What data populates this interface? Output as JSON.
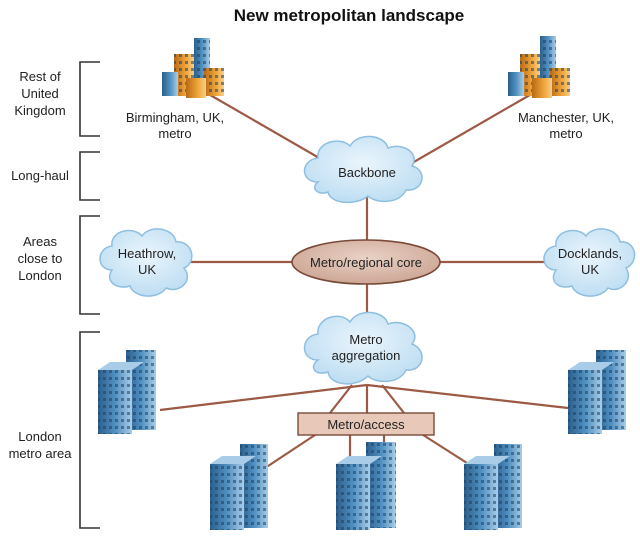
{
  "title": "New metropolitan landscape",
  "tiers": [
    {
      "lines": [
        "Rest of",
        "United",
        "Kingdom"
      ]
    },
    {
      "lines": [
        "Long-haul"
      ]
    },
    {
      "lines": [
        "Areas",
        "close to",
        "London"
      ]
    },
    {
      "lines": [
        "London",
        "metro area"
      ]
    }
  ],
  "nodes": {
    "birmingham": [
      "Birmingham, UK,",
      "metro"
    ],
    "manchester": [
      "Manchester, UK,",
      "metro"
    ],
    "backbone": [
      "Backbone"
    ],
    "heathrow": [
      "Heathrow,",
      "UK"
    ],
    "docklands": [
      "Docklands,",
      "UK"
    ],
    "metro_core": [
      "Metro/regional core"
    ],
    "metro_aggregation": [
      "Metro",
      "aggregation"
    ],
    "metro_access": [
      "Metro/access"
    ]
  },
  "colors": {
    "cloud_fill": "#cfe7f7",
    "cloud_stroke": "#8fbfdf",
    "core_fill": "#d8b7a8",
    "core_stroke": "#7a4a38",
    "access_fill": "#e8c9b9",
    "link": "#9c5a45",
    "building_blue": "#3f7fb0",
    "building_orange": "#e3962e"
  }
}
